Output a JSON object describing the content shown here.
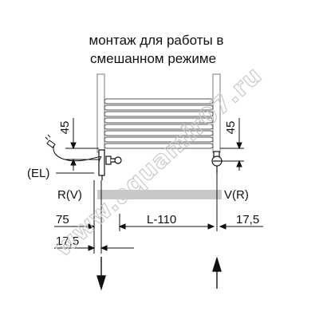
{
  "caption": {
    "line1": "монтаж для работы в",
    "line2": "смешанном режиме"
  },
  "dimensions": {
    "left_offset": "45",
    "right_offset": "45",
    "left_width": "75",
    "center_width": "L-110",
    "right_edge": "17,5",
    "left_edge": "17,5"
  },
  "labels": {
    "element": "(EL)",
    "return": "R(V)",
    "flow": "V(R)"
  },
  "watermark": "www.aquamir07.ru",
  "colors": {
    "line": "#111111",
    "radiator": "#8f8f8f",
    "pipe": "#c8c8c8",
    "watermark": "#c9c9c9"
  }
}
